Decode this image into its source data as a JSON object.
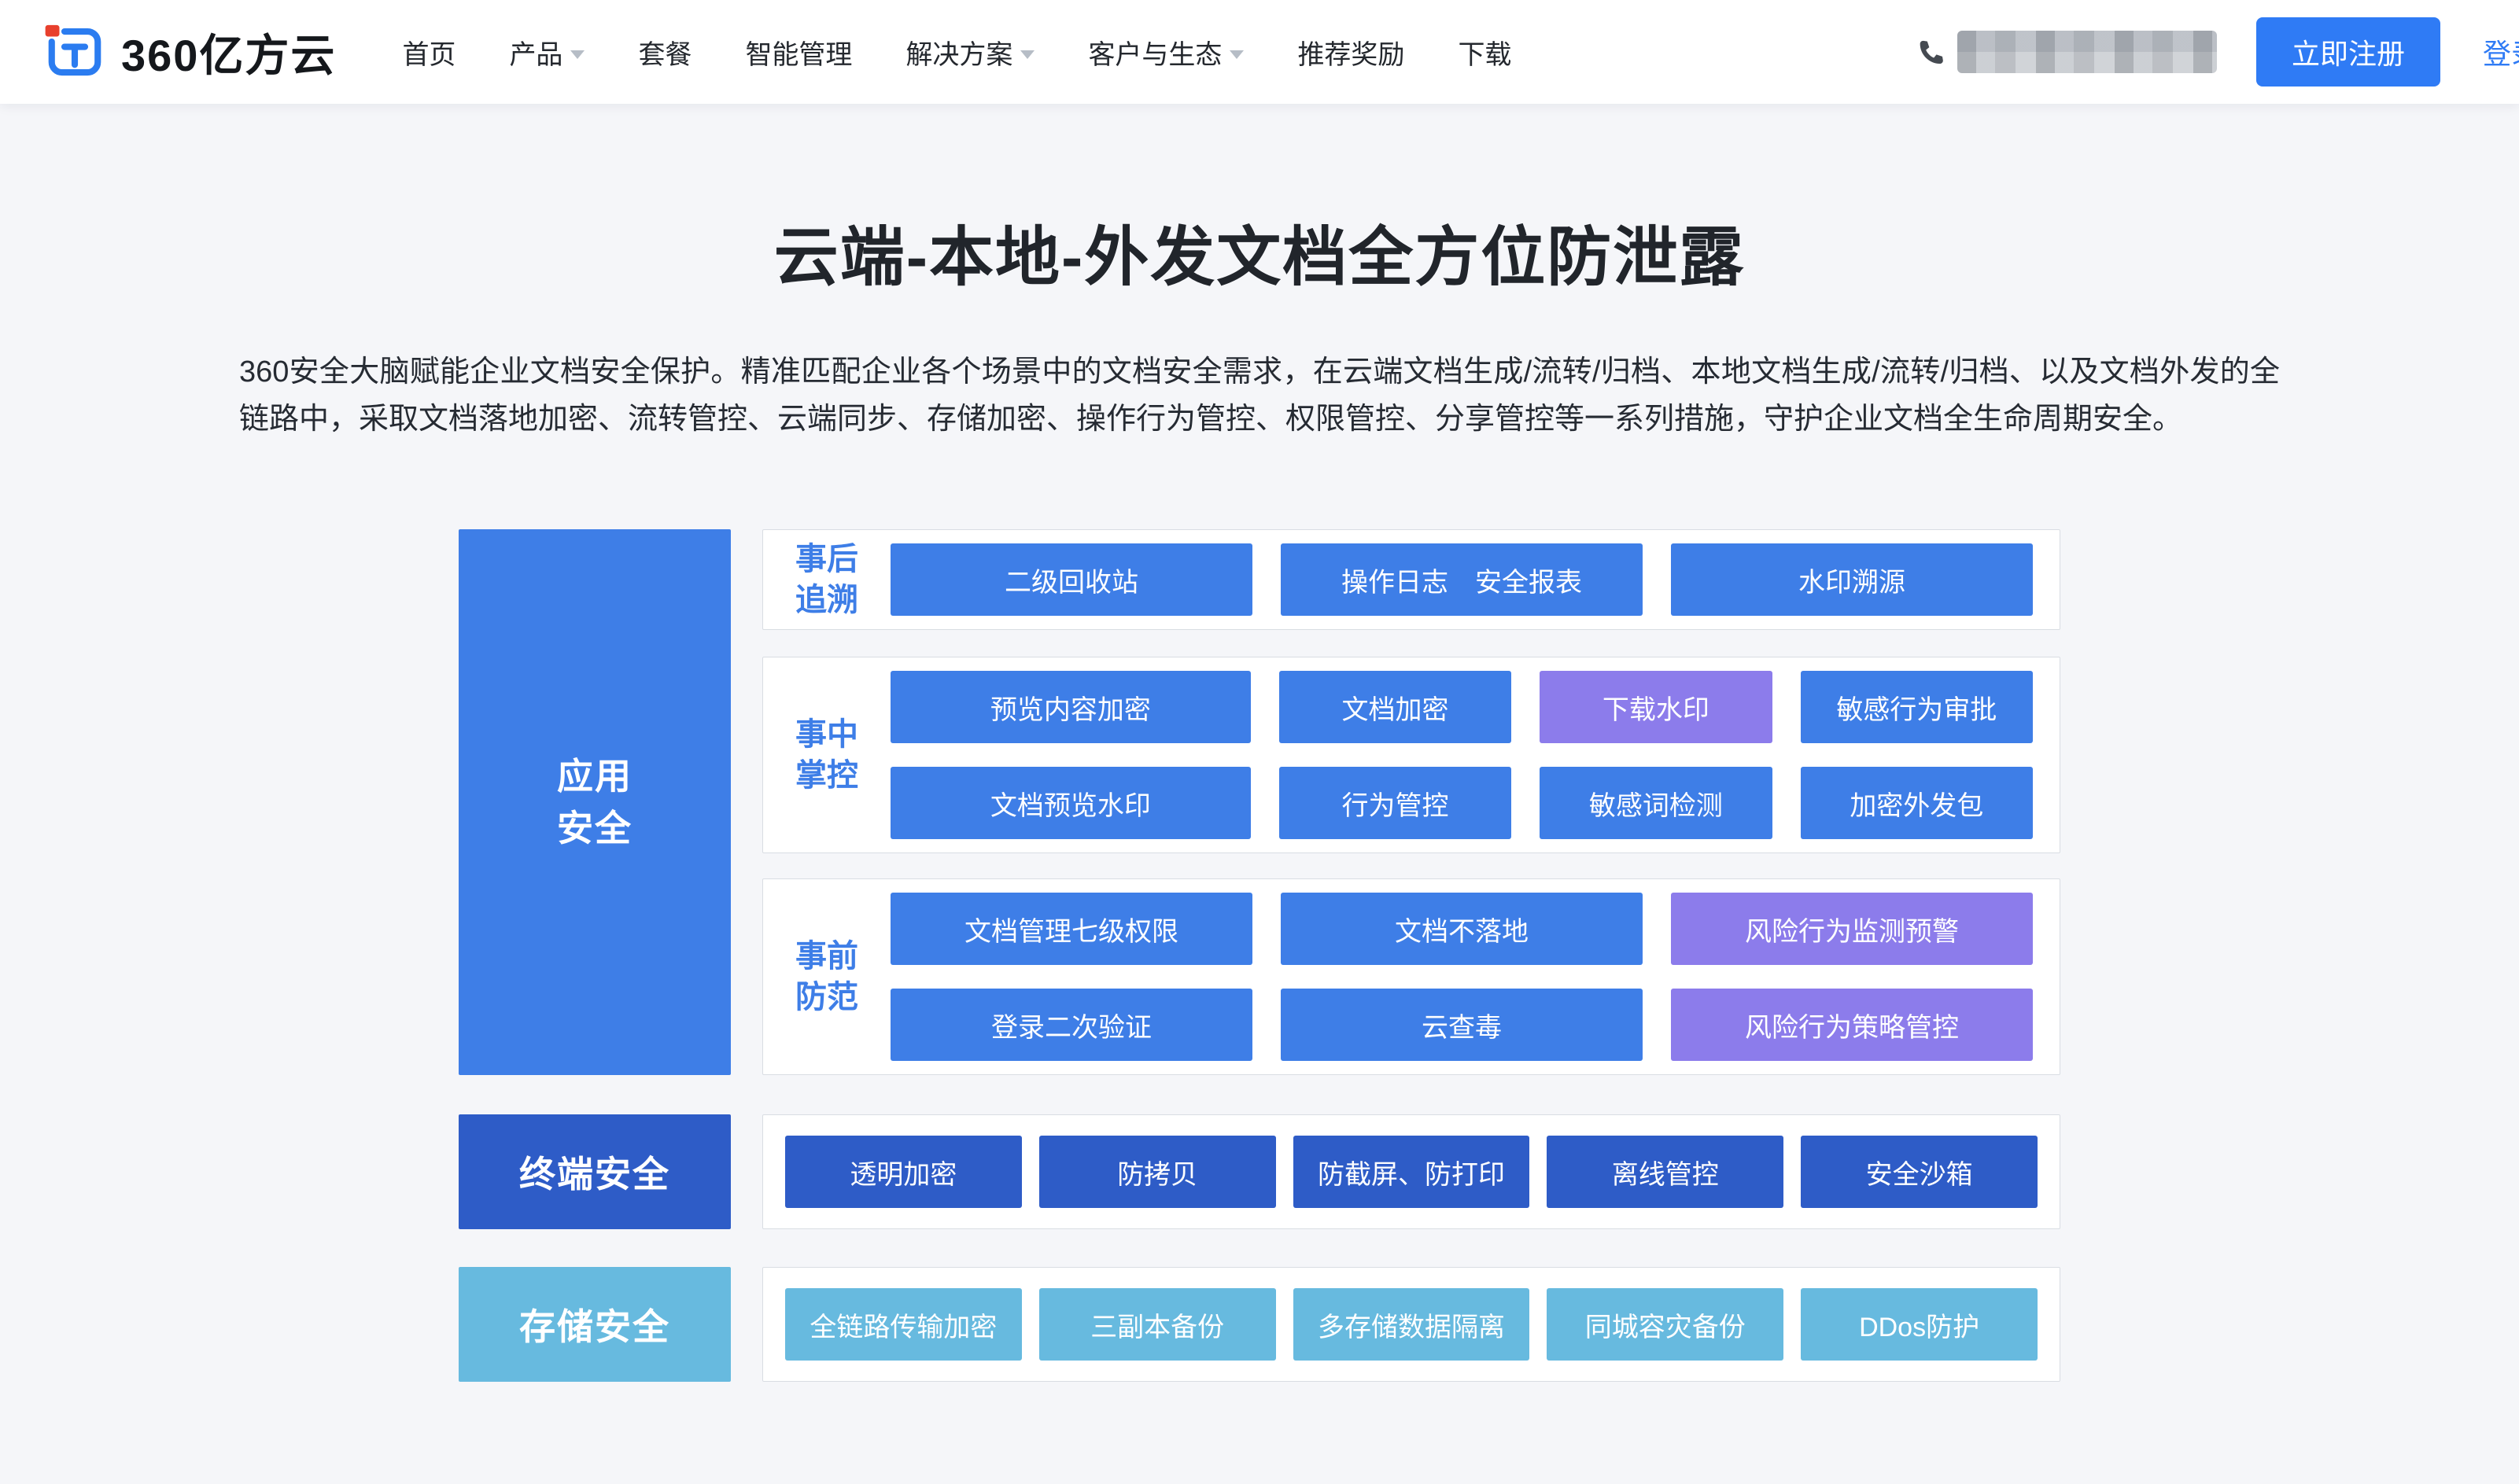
{
  "colors": {
    "primary_blue": "#3E7EE7",
    "purple": "#8C7CEB",
    "dark_blue": "#2E5CC7",
    "light_blue": "#67BADF",
    "register_button_blue": "#2F7BF5"
  },
  "nav": {
    "logo_text": "360亿方云",
    "items": [
      {
        "label": "首页"
      },
      {
        "label": "产品",
        "has_dropdown": true
      },
      {
        "label": "套餐"
      },
      {
        "label": "智能管理"
      },
      {
        "label": "解决方案",
        "has_dropdown": true
      },
      {
        "label": "客户与生态",
        "has_dropdown": true
      },
      {
        "label": "推荐奖励"
      },
      {
        "label": "下载"
      }
    ],
    "register_label": "立即注册",
    "login_label": "登录"
  },
  "hero": {
    "title": "云端-本地-外发文档全方位防泄露",
    "description": "360安全大脑赋能企业文档安全保护。精准匹配企业各个场景中的文档安全需求，在云端文档生成/流转/归档、本地文档生成/流转/归档、以及文档外发的全链路中，采取文档落地加密、流转管控、云端同步、存储加密、操作行为管控、权限管控、分享管控等一系列措施，守护企业文档全生命周期安全。"
  },
  "matrix": {
    "categories": {
      "app": [
        "应用",
        "安全"
      ],
      "terminal": "终端安全",
      "storage": "存储安全"
    },
    "group_after": {
      "label": [
        "事后",
        "追溯"
      ],
      "row1": [
        "二级回收站",
        "操作日志　安全报表",
        "水印溯源"
      ]
    },
    "group_during": {
      "label": [
        "事中",
        "掌控"
      ],
      "row1": [
        "预览内容加密",
        "文档加密",
        "下载水印",
        "敏感行为审批"
      ],
      "row2": [
        "文档预览水印",
        "行为管控",
        "敏感词检测",
        "加密外发包"
      ]
    },
    "group_before": {
      "label": [
        "事前",
        "防范"
      ],
      "row1": [
        "文档管理七级权限",
        "文档不落地",
        "风险行为监测预警"
      ],
      "row2": [
        "登录二次验证",
        "云查毒",
        "风险行为策略管控"
      ]
    },
    "terminal_row": [
      "透明加密",
      "防拷贝",
      "防截屏、防打印",
      "离线管控",
      "安全沙箱"
    ],
    "storage_row": [
      "全链路传输加密",
      "三副本备份",
      "多存储数据隔离",
      "同城容灾备份",
      "DDos防护"
    ]
  }
}
